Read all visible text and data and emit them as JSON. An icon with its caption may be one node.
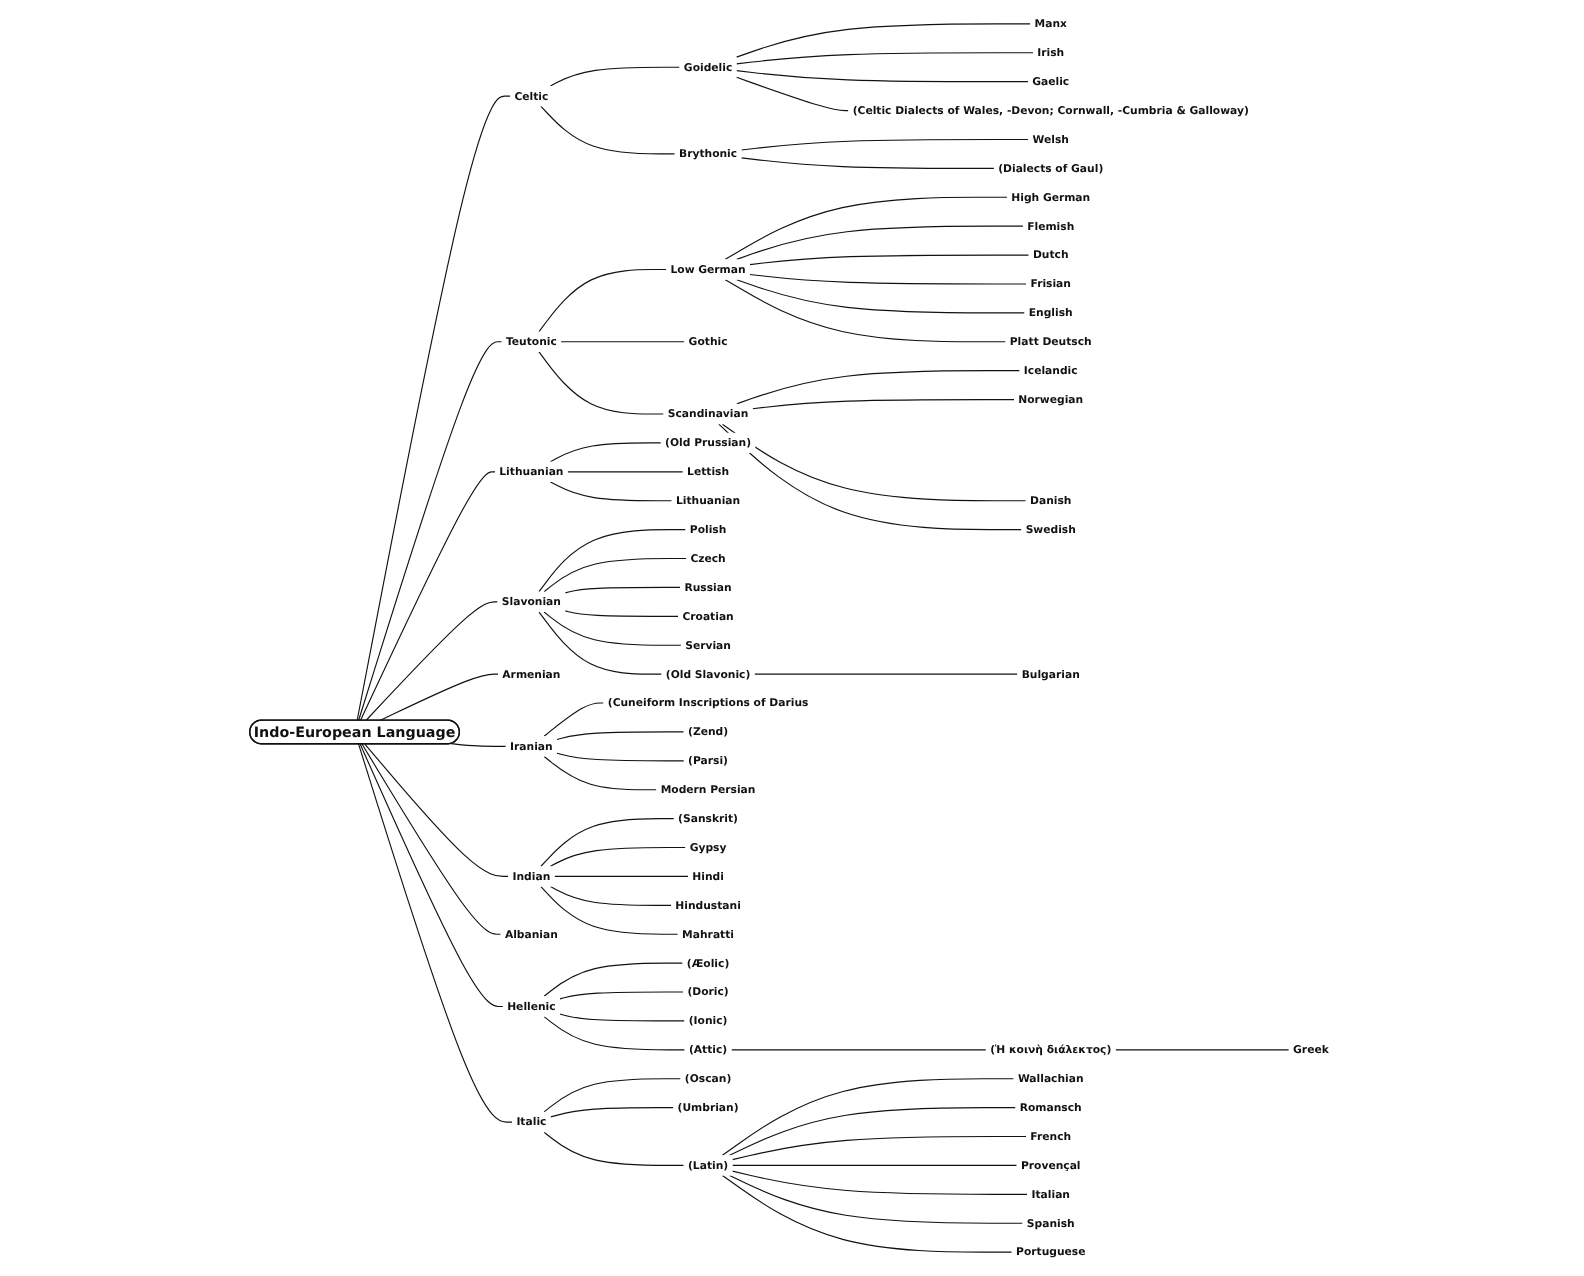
{
  "diagram": {
    "nodes": [
      {
        "text": [
          "Indo-European Language"
        ]
      },
      {
        "text": [
          "Celtic"
        ]
      },
      {
        "text": [
          "Goidelic"
        ]
      },
      {
        "text": [
          "Manx"
        ]
      },
      {
        "text": [
          "Irish"
        ]
      },
      {
        "text": [
          "Gaelic"
        ]
      },
      {
        "text": [
          "(Celtic Dialects of Wales, -Devon; Cornwall, -Cumbria & Galloway)"
        ]
      },
      {
        "text": [
          "Brythonic"
        ]
      },
      {
        "text": [
          "Welsh"
        ]
      },
      {
        "text": [
          "(Dialects of Gaul)"
        ]
      },
      {
        "text": [
          "Teutonic"
        ]
      },
      {
        "text": [
          "Low German"
        ]
      },
      {
        "text": [
          "High German"
        ]
      },
      {
        "text": [
          "Flemish"
        ]
      },
      {
        "text": [
          "Dutch"
        ]
      },
      {
        "text": [
          "Frisian"
        ]
      },
      {
        "text": [
          "English"
        ]
      },
      {
        "text": [
          "Platt Deutsch"
        ]
      },
      {
        "text": [
          "Gothic"
        ]
      },
      {
        "text": [
          "Scandinavian"
        ]
      },
      {
        "text": [
          "Icelandic"
        ]
      },
      {
        "text": [
          "Norwegian"
        ]
      },
      {
        "text": [
          "Danish"
        ]
      },
      {
        "text": [
          "Swedish"
        ]
      },
      {
        "text": [
          "Lithuanian"
        ]
      },
      {
        "text": [
          "(Old Prussian)"
        ]
      },
      {
        "text": [
          "Lettish"
        ]
      },
      {
        "text": [
          "Lithuanian"
        ]
      },
      {
        "text": [
          "Slavonian"
        ]
      },
      {
        "text": [
          "Polish"
        ]
      },
      {
        "text": [
          "Czech"
        ]
      },
      {
        "text": [
          "Russian"
        ]
      },
      {
        "text": [
          "Croatian"
        ]
      },
      {
        "text": [
          "Servian"
        ]
      },
      {
        "text": [
          "(Old Slavonic)"
        ]
      },
      {
        "text": [
          "Bulgarian"
        ]
      },
      {
        "text": [
          "Armenian"
        ]
      },
      {
        "text": [
          "Iranian"
        ]
      },
      {
        "text": [
          "(Cuneiform Inscriptions of Darius"
        ]
      },
      {
        "text": [
          "(Zend)"
        ]
      },
      {
        "text": [
          "(Parsi)"
        ]
      },
      {
        "text": [
          "Modern Persian"
        ]
      },
      {
        "text": [
          "Indian"
        ]
      },
      {
        "text": [
          "(Sanskrit)"
        ]
      },
      {
        "text": [
          "Gypsy"
        ]
      },
      {
        "text": [
          "Hindi"
        ]
      },
      {
        "text": [
          "Hindustani"
        ]
      },
      {
        "text": [
          "Mahratti"
        ]
      },
      {
        "text": [
          "Albanian"
        ]
      },
      {
        "text": [
          "Hellenic"
        ]
      },
      {
        "text": [
          "(Æolic)"
        ]
      },
      {
        "text": [
          "(Doric)"
        ]
      },
      {
        "text": [
          "(Ionic)"
        ]
      },
      {
        "text": [
          "(Attic)"
        ]
      },
      {
        "text": [
          "(Ἡ κοινὴ διάλεκτος)"
        ]
      },
      {
        "text": [
          "Greek"
        ]
      },
      {
        "text": [
          "Italic"
        ]
      },
      {
        "text": [
          "(Oscan)"
        ]
      },
      {
        "text": [
          "(Umbrian)"
        ]
      },
      {
        "text": [
          "(Latin)"
        ]
      },
      {
        "text": [
          "Wallachian"
        ]
      },
      {
        "text": [
          "Romansch"
        ]
      },
      {
        "text": [
          "French"
        ]
      },
      {
        "text": [
          "Provençal"
        ]
      },
      {
        "text": [
          "Italian"
        ]
      },
      {
        "text": [
          "Spanish"
        ]
      },
      {
        "text": [
          "Portuguese"
        ]
      }
    ],
    "edges": [
      {
        "from": 0,
        "to": 1,
        "arrow": "none"
      },
      {
        "from": 1,
        "to": 2,
        "arrow": "none"
      },
      {
        "from": 2,
        "to": 3,
        "arrow": "none"
      },
      {
        "from": 2,
        "to": 4,
        "arrow": "none"
      },
      {
        "from": 2,
        "to": 5,
        "arrow": "none"
      },
      {
        "from": 2,
        "to": 6,
        "arrow": "none"
      },
      {
        "from": 1,
        "to": 7,
        "arrow": "none"
      },
      {
        "from": 7,
        "to": 8,
        "arrow": "none"
      },
      {
        "from": 7,
        "to": 9,
        "arrow": "none"
      },
      {
        "from": 0,
        "to": 10,
        "arrow": "none"
      },
      {
        "from": 10,
        "to": 11,
        "arrow": "none"
      },
      {
        "from": 11,
        "to": 12,
        "arrow": "none"
      },
      {
        "from": 11,
        "to": 13,
        "arrow": "none"
      },
      {
        "from": 11,
        "to": 14,
        "arrow": "none"
      },
      {
        "from": 11,
        "to": 15,
        "arrow": "none"
      },
      {
        "from": 11,
        "to": 16,
        "arrow": "none"
      },
      {
        "from": 11,
        "to": 17,
        "arrow": "none"
      },
      {
        "from": 10,
        "to": 18,
        "arrow": "none"
      },
      {
        "from": 10,
        "to": 19,
        "arrow": "none"
      },
      {
        "from": 19,
        "to": 20,
        "arrow": "none"
      },
      {
        "from": 19,
        "to": 21,
        "arrow": "none"
      },
      {
        "from": 19,
        "to": 22,
        "arrow": "none"
      },
      {
        "from": 19,
        "to": 23,
        "arrow": "none"
      },
      {
        "from": 0,
        "to": 24,
        "arrow": "none"
      },
      {
        "from": 24,
        "to": 25,
        "arrow": "none"
      },
      {
        "from": 24,
        "to": 26,
        "arrow": "none"
      },
      {
        "from": 24,
        "to": 27,
        "arrow": "none"
      },
      {
        "from": 0,
        "to": 28,
        "arrow": "none"
      },
      {
        "from": 28,
        "to": 29,
        "arrow": "none"
      },
      {
        "from": 28,
        "to": 30,
        "arrow": "none"
      },
      {
        "from": 28,
        "to": 31,
        "arrow": "none"
      },
      {
        "from": 28,
        "to": 32,
        "arrow": "none"
      },
      {
        "from": 28,
        "to": 33,
        "arrow": "none"
      },
      {
        "from": 28,
        "to": 34,
        "arrow": "none"
      },
      {
        "from": 34,
        "to": 35,
        "arrow": "none"
      },
      {
        "from": 0,
        "to": 36,
        "arrow": "none"
      },
      {
        "from": 0,
        "to": 37,
        "arrow": "none"
      },
      {
        "from": 37,
        "to": 38,
        "arrow": "none"
      },
      {
        "from": 37,
        "to": 39,
        "arrow": "none"
      },
      {
        "from": 37,
        "to": 40,
        "arrow": "none"
      },
      {
        "from": 37,
        "to": 41,
        "arrow": "none"
      },
      {
        "from": 0,
        "to": 42,
        "arrow": "none"
      },
      {
        "from": 42,
        "to": 43,
        "arrow": "none"
      },
      {
        "from": 42,
        "to": 44,
        "arrow": "none"
      },
      {
        "from": 42,
        "to": 45,
        "arrow": "none"
      },
      {
        "from": 42,
        "to": 46,
        "arrow": "none"
      },
      {
        "from": 42,
        "to": 47,
        "arrow": "none"
      },
      {
        "from": 0,
        "to": 48,
        "arrow": "none"
      },
      {
        "from": 0,
        "to": 49,
        "arrow": "none"
      },
      {
        "from": 49,
        "to": 50,
        "arrow": "none"
      },
      {
        "from": 49,
        "to": 51,
        "arrow": "none"
      },
      {
        "from": 49,
        "to": 52,
        "arrow": "none"
      },
      {
        "from": 49,
        "to": 53,
        "arrow": "none"
      },
      {
        "from": 53,
        "to": 54,
        "arrow": "none"
      },
      {
        "from": 54,
        "to": 55,
        "arrow": "none"
      },
      {
        "from": 0,
        "to": 56,
        "arrow": "none"
      },
      {
        "from": 56,
        "to": 57,
        "arrow": "none"
      },
      {
        "from": 56,
        "to": 58,
        "arrow": "none"
      },
      {
        "from": 56,
        "to": 59,
        "arrow": "none"
      },
      {
        "from": 59,
        "to": 60,
        "arrow": "none"
      },
      {
        "from": 59,
        "to": 61,
        "arrow": "none"
      },
      {
        "from": 59,
        "to": 62,
        "arrow": "none"
      },
      {
        "from": 59,
        "to": 63,
        "arrow": "none"
      },
      {
        "from": 59,
        "to": 64,
        "arrow": "none"
      },
      {
        "from": 59,
        "to": 65,
        "arrow": "none"
      },
      {
        "from": 59,
        "to": 66,
        "arrow": "none"
      }
    ]
  }
}
